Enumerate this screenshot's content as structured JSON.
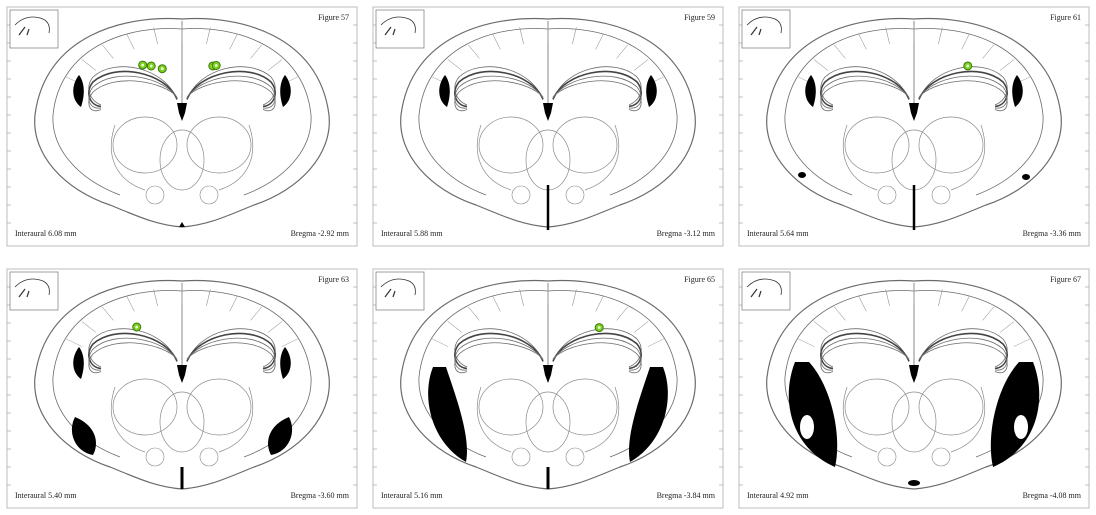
{
  "colors": {
    "line": "#6b6b6b",
    "ventricle": "#000000",
    "marker": "#7ccf1f",
    "marker_stroke": "#3a7a0a"
  },
  "panels": [
    {
      "figure": "Figure 57",
      "interaural": "Interaural 6.08 mm",
      "bregma": "Bregma -2.92 mm",
      "variant": "a",
      "markers": [
        {
          "side": "left",
          "pos": 0.15
        },
        {
          "side": "left",
          "pos": 0.28
        },
        {
          "side": "left",
          "pos": 0.38
        },
        {
          "side": "right",
          "pos": 0.28
        },
        {
          "side": "right",
          "pos": 0.32
        }
      ]
    },
    {
      "figure": "Figure 59",
      "interaural": "Interaural 5.88 mm",
      "bregma": "Bregma -3.12 mm",
      "variant": "b",
      "markers": []
    },
    {
      "figure": "Figure 61",
      "interaural": "Interaural 5.64 mm",
      "bregma": "Bregma -3.36 mm",
      "variant": "c",
      "markers": [
        {
          "side": "right",
          "pos": 0.55
        }
      ]
    },
    {
      "figure": "Figure 63",
      "interaural": "Interaural 5.40 mm",
      "bregma": "Bregma -3.60 mm",
      "variant": "d",
      "markers": [
        {
          "side": "left",
          "pos": 0.45
        }
      ]
    },
    {
      "figure": "Figure 65",
      "interaural": "Interaural 5.16 mm",
      "bregma": "Bregma -3.84 mm",
      "variant": "e",
      "markers": [
        {
          "side": "right",
          "pos": 0.52
        }
      ]
    },
    {
      "figure": "Figure 67",
      "interaural": "Interaural 4.92 mm",
      "bregma": "Bregma -4.08 mm",
      "variant": "f",
      "markers": []
    }
  ]
}
